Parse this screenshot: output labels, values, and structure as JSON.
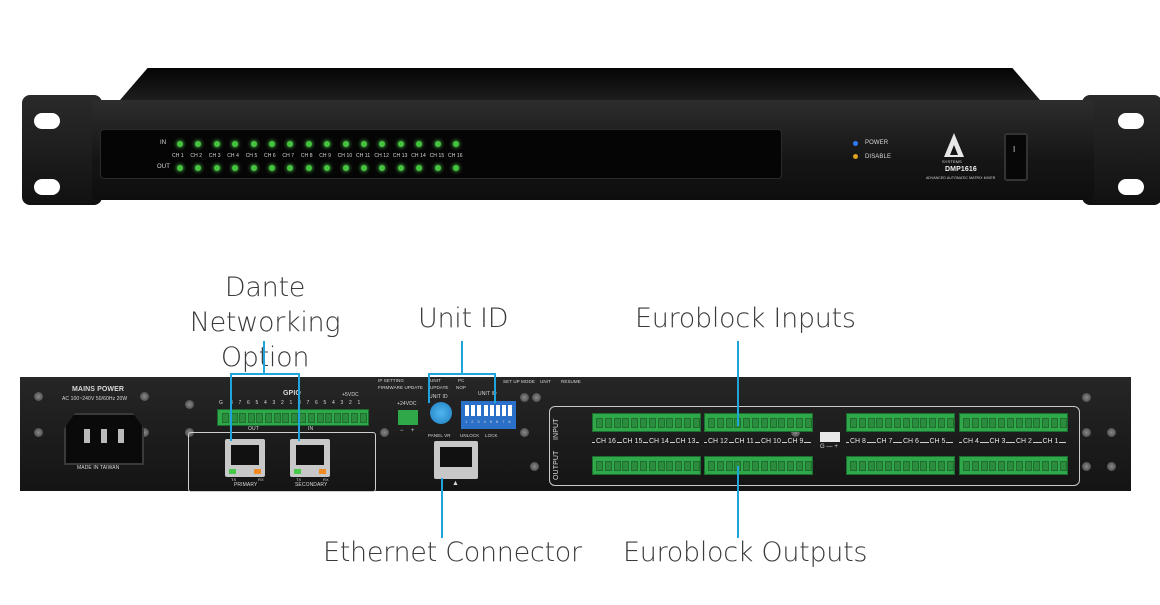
{
  "front": {
    "in_label": "IN",
    "out_label": "OUT",
    "channels": [
      "CH 1",
      "CH 2",
      "CH 3",
      "CH 4",
      "CH 5",
      "CH 6",
      "CH 7",
      "CH 8",
      "CH 9",
      "CH 10",
      "CH 11",
      "CH 12",
      "CH 13",
      "CH 14",
      "CH 15",
      "CH 16"
    ],
    "power_label": "POWER",
    "disable_label": "DISABLE",
    "brand": "SYSTEMS",
    "model": "DMP1616",
    "model_desc": "ADVANCED AUTOMATIC MATRIX MIXER",
    "switch_mark": "I",
    "power_led_color": "#2e7bff",
    "disable_led_color": "#e0a020"
  },
  "callouts": {
    "dante": "Dante Networking\nOption",
    "unit_id": "Unit ID",
    "euro_inputs": "Euroblock Inputs",
    "ethernet": "Ethernet Connector",
    "euro_outputs": "Euroblock Outputs"
  },
  "rear": {
    "mains_title": "MAINS POWER",
    "mains_spec": "AC 100~240V 50/60Hz 20W",
    "made_in": "MADE IN TAIWAN",
    "gpio": "GPIO",
    "gpio_gnd": "G",
    "gpio_5v": "+5VDC",
    "gpio_out_numbers": [
      "8",
      "7",
      "6",
      "5",
      "4",
      "3",
      "2",
      "1"
    ],
    "gpio_in_numbers": [
      "8",
      "7",
      "6",
      "5",
      "4",
      "3",
      "2",
      "1"
    ],
    "out_label": "OUT",
    "in_label": "IN",
    "primary": "PRIMARY",
    "secondary": "SECONDARY",
    "tx": "TX",
    "rx": "RX",
    "vdc24": "+24VDC",
    "minus": "−",
    "plus": "+",
    "ip_setting": "IP SETTING",
    "unit_pc": "UNIT",
    "pc": "PC",
    "firmware_update": "FIRMWARE UPDATE",
    "update_nop": "UPDATE",
    "nop": "NOP",
    "unit_id_small": "UNIT ID",
    "unit_id_small2": "UNIT ID",
    "panel_vr": "PANEL VR",
    "unlock": "UNLOCK",
    "lock": "LOCK",
    "setup_mode": "SET UP MODE",
    "setup_unit": "UNIT",
    "resume": "RESUME",
    "dip_numbers": [
      "1",
      "2",
      "3",
      "4",
      "5",
      "6",
      "7",
      "8"
    ],
    "input_label": "INPUT",
    "output_label": "OUTPUT",
    "group_a": [
      "CH 16",
      "CH 15",
      "CH 14",
      "CH 13"
    ],
    "group_b": [
      "CH 12",
      "CH 11",
      "CH 10",
      "CH 9"
    ],
    "group_c": [
      "CH 8",
      "CH 7",
      "CH 6",
      "CH 5"
    ],
    "group_d": [
      "CH 4",
      "CH 3",
      "CH 2",
      "CH 1"
    ],
    "g_term": "G — +"
  }
}
